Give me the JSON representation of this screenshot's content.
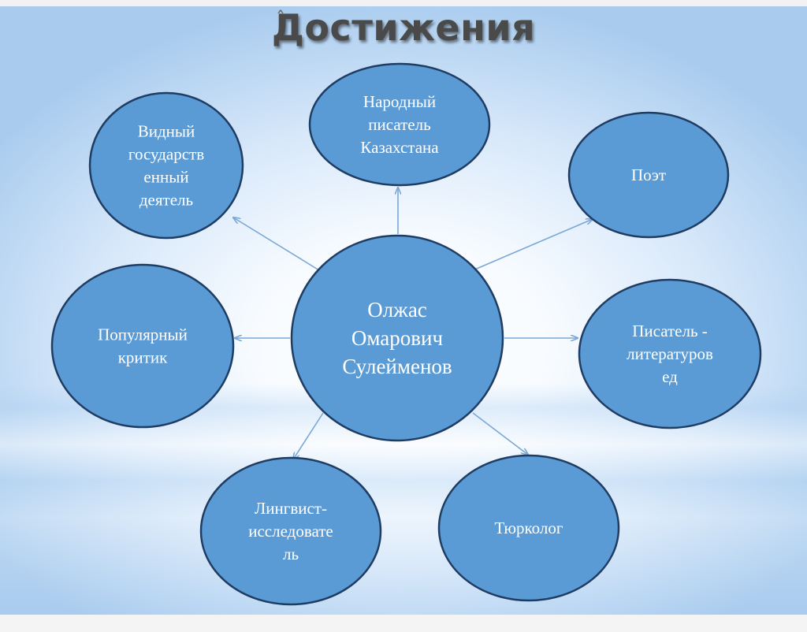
{
  "title": "Достижения",
  "title_mark": "ˆ",
  "center": {
    "lines": [
      "Олжас",
      "Омарович",
      "Сулейменов"
    ]
  },
  "nodes": [
    {
      "key": "people-writer",
      "lines": [
        "Народный",
        "писатель",
        "Казахстана"
      ]
    },
    {
      "key": "poet",
      "lines": [
        "Поэт"
      ]
    },
    {
      "key": "writer-literary",
      "lines": [
        "Писатель -",
        "литературов",
        "ед"
      ]
    },
    {
      "key": "turkologist",
      "lines": [
        "Тюрколог"
      ]
    },
    {
      "key": "linguist",
      "lines": [
        "Лингвист-",
        "исследовате",
        "ль"
      ]
    },
    {
      "key": "critic",
      "lines": [
        "Популярный",
        "критик"
      ]
    },
    {
      "key": "statesman",
      "lines": [
        "Видный",
        "государств",
        "енный",
        "деятель"
      ]
    }
  ],
  "colors": {
    "node_fill": "#5b9bd5",
    "node_border": "#1f3d63",
    "connector": "#7ba7d6",
    "title": "#4a4a4a"
  }
}
